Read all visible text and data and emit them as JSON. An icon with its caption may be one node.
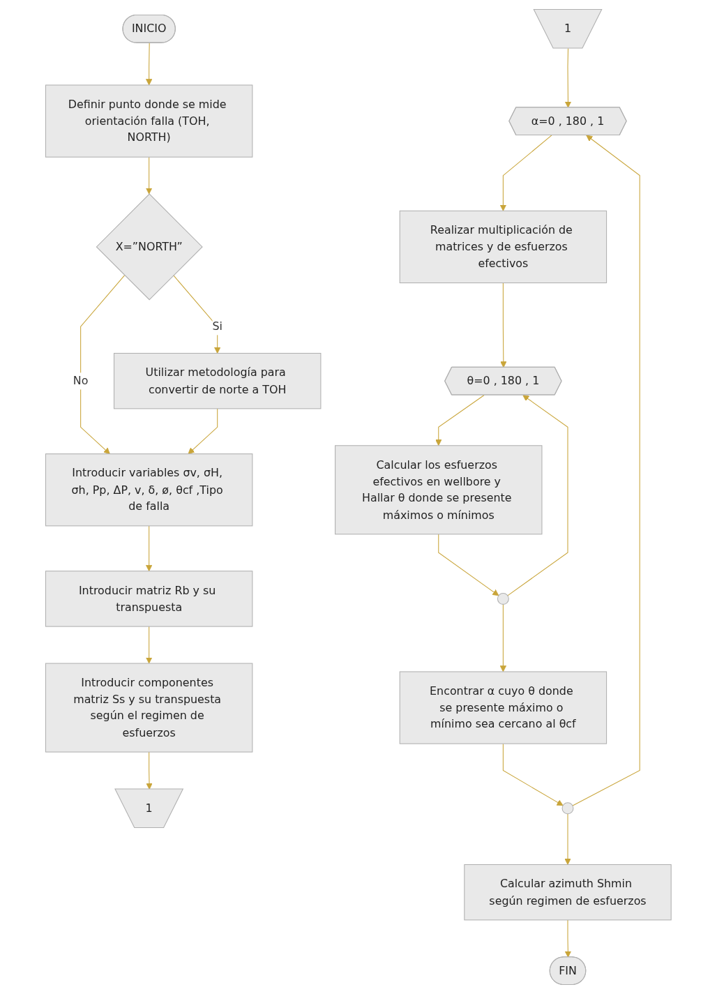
{
  "diagram": {
    "nodes": [
      {
        "text": [
          "INICIO"
        ]
      },
      {
        "text": [
          "Definir punto donde se mide orientación falla (TOH, NORTH)"
        ]
      },
      {
        "text": [
          "X=”NORTH”"
        ]
      },
      {
        "text": [
          "Utilizar metodología para convertir de norte a TOH"
        ]
      },
      {
        "text": [
          "Introducir variables σv, σH, σh, Pp, ΔP, v, δ, ø, θcf ,Tipo de falla"
        ]
      },
      {
        "text": [
          "Introducir matriz Rb y su transpuesta"
        ]
      },
      {
        "text": [
          "Introducir componentes matriz Ss y su transpuesta según el regimen de esfuerzos"
        ]
      },
      {
        "text": [
          "1"
        ]
      },
      {
        "text": [
          "1"
        ]
      },
      {
        "text": [
          "α=0 , 180 , 1"
        ]
      },
      {
        "text": [
          "Realizar multiplicación de matrices y de esfuerzos efectivos"
        ]
      },
      {
        "text": [
          "θ=0 , 180 , 1"
        ]
      },
      {
        "text": [
          "Calcular los esfuerzos efectivos en wellbore y Hallar θ donde se presente máximos o mínimos"
        ]
      },
      {
        "text": [],
        "shape": "circle"
      },
      {
        "text": [
          "Encontrar α cuyo θ donde se presente máximo o mínimo sea cercano al θcf"
        ]
      },
      {
        "text": [],
        "shape": "circle"
      },
      {
        "text": [
          "Calcular azimuth Shmin según regimen de esfuerzos"
        ]
      },
      {
        "text": [
          "FIN"
        ]
      }
    ],
    "edges": [
      {
        "from": 0,
        "to": 1,
        "arrow": "to"
      },
      {
        "from": 1,
        "to": 2,
        "arrow": "to"
      },
      {
        "from": 2,
        "to": 3,
        "arrow": "to",
        "label": "Si"
      },
      {
        "from": 2,
        "to": 4,
        "arrow": "to",
        "label": "No"
      },
      {
        "from": 3,
        "to": 4,
        "arrow": "to"
      },
      {
        "from": 4,
        "to": 5,
        "arrow": "to"
      },
      {
        "from": 5,
        "to": 6,
        "arrow": "to"
      },
      {
        "from": 6,
        "to": 7,
        "arrow": "to"
      },
      {
        "from": 8,
        "to": 9,
        "arrow": "to"
      },
      {
        "from": 9,
        "to": 10,
        "arrow": "to"
      },
      {
        "from": 10,
        "to": 11,
        "arrow": "to"
      },
      {
        "from": 11,
        "to": 12,
        "arrow": "to"
      },
      {
        "from": 12,
        "to": 13,
        "arrow": "to"
      },
      {
        "from": 13,
        "to": 11,
        "arrow": "to"
      },
      {
        "from": 13,
        "to": 14,
        "arrow": "to"
      },
      {
        "from": 14,
        "to": 15,
        "arrow": "to"
      },
      {
        "from": 15,
        "to": 9,
        "arrow": "to"
      },
      {
        "from": 15,
        "to": 16,
        "arrow": "to"
      },
      {
        "from": 16,
        "to": 17,
        "arrow": "to"
      }
    ]
  }
}
